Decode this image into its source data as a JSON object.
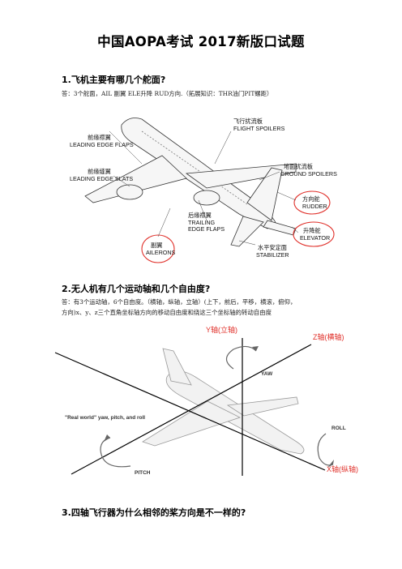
{
  "page_title": "中国AOPA考试 2017新版口试题",
  "q1": {
    "question": "1.飞机主要有哪几个舵面?",
    "answer": "答：3个舵面，AIL 副翼  ELE升降  RUD方向.（拓展知识：THR油门PIT螺距）",
    "labels": {
      "flight_spoilers_cn": "飞行扰流板",
      "flight_spoilers_en": "FLIGHT SPOILERS",
      "leading_edge_flaps_cn": "前缘襟翼",
      "leading_edge_flaps_en": "LEADING EDGE FLAPS",
      "ground_spoilers_cn": "地面扰流板",
      "ground_spoilers_en": "GROUND SPOILERS",
      "leading_edge_slats_cn": "前缘缝翼",
      "leading_edge_slats_en": "LEADING EDGE SLATS",
      "rudder_cn": "方向舵",
      "rudder_en": "RUDDER",
      "trailing_edge_flaps_cn": "后缘襟翼",
      "trailing_edge_flaps_en1": "TRAILING",
      "trailing_edge_flaps_en2": "EDGE FLAPS",
      "elevator_cn": "升降舵",
      "elevator_en": "ELEVATOR",
      "ailerons_cn": "副翼",
      "ailerons_en": "AILERONS",
      "stabilizer_cn": "水平安定面",
      "stabilizer_en": "STABILIZER"
    }
  },
  "q2": {
    "question": "2.无人机有几个运动轴和几个自由度?",
    "answer_line1": "答：有3个运动轴，6个自由度。（横轴，纵轴，立轴）(上下，前后，平移，横滚，俯仰，",
    "answer_line2": "方向)x、y、z三个直角坐标轴方向的移动自由度和绕这三个坐标轴的转动自由度",
    "labels": {
      "y_axis": "Y轴(立轴)",
      "z_axis": "Z轴(横轴)",
      "x_axis": "X轴(纵轴)",
      "yaw": "YAW",
      "roll": "ROLL",
      "pitch": "PITCH",
      "caption": "\"Real world\" yaw, pitch, and roll"
    }
  },
  "q3": {
    "question": "3.四轴飞行器为什么相邻的桨方向是不一样的?"
  },
  "colors": {
    "axis_label": "#e0302a",
    "highlight_circle": "#e0302a"
  }
}
